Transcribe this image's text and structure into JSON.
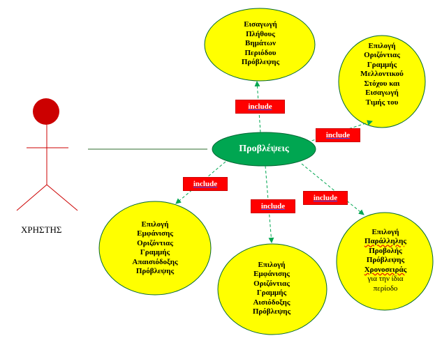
{
  "actor": {
    "label": "ΧΡΗΣΤΗΣ"
  },
  "center": {
    "label": "Προβλέψεις"
  },
  "include_label": "include",
  "use_cases": {
    "top": "Εισαγωγή\nΠλήθους\nΒημάτων\nΠεριόδου\nΠρόβλεψης",
    "top_right": "Επιλογή\nΟριζόντιας\nΓραμμής\nΜελλοντικού\nΣτόχου και\nΕισαγωγή\nΤιμής του",
    "bottom_left": "Επιλογή\nΕμφάνισης\nΟριζόντιας\nΓραμμής\nΑπαισιόδοξης\nΠρόβλεψης",
    "bottom_center": "Επιλογή\nΕμφάνισης\nΟριζόντιας\nΓραμμής\nΑισιόδοξης\nΠρόβλεψης",
    "bottom_right": {
      "line1": "Επιλογή",
      "line2": "Παράλληλης",
      "line3": "Προβολής",
      "line4": "Πρόβλεψης",
      "line5": "Χρονοσειράς",
      "line6": "για την ίδια",
      "line7": "περίοδο"
    }
  },
  "colors": {
    "ellipse_fill": "#ffff00",
    "center_fill": "#00a651",
    "actor_color": "#cc0000",
    "include_fill": "#ff0000",
    "arrow_color": "#00a651"
  }
}
